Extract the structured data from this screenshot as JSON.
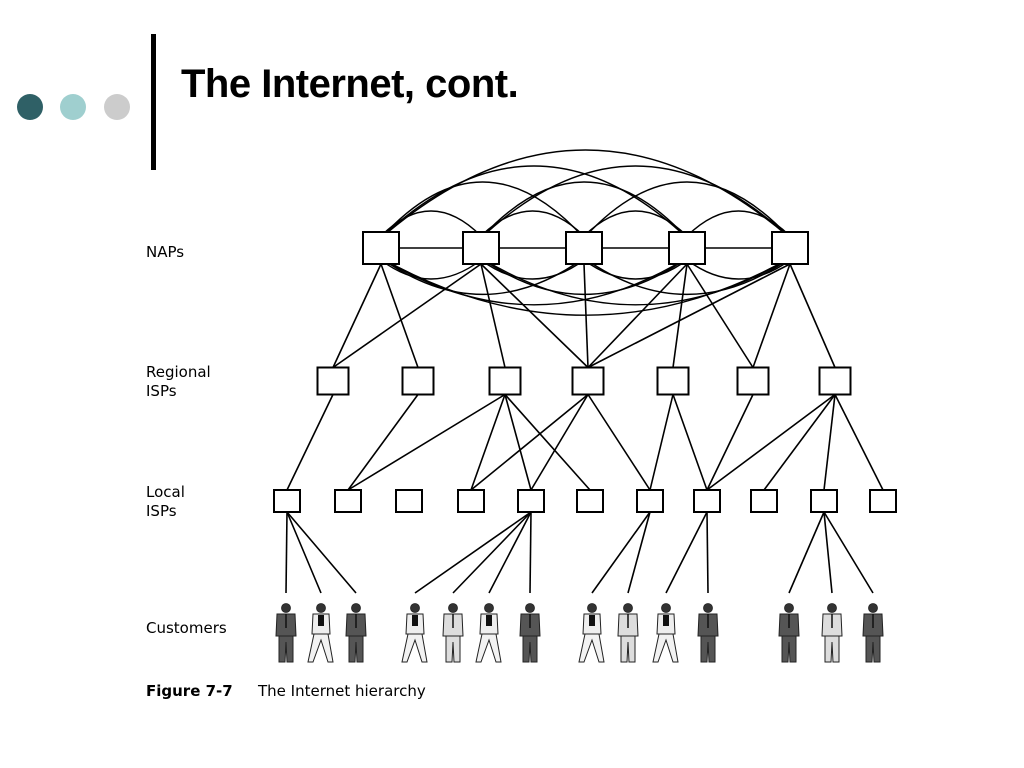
{
  "slide": {
    "title": "The Internet, cont.",
    "bullet_colors": [
      "#2f6066",
      "#9fcfcf",
      "#cccccc"
    ]
  },
  "diagram": {
    "levels": {
      "naps": "NAPs",
      "regional": [
        "Regional",
        "ISPs"
      ],
      "local": [
        "Local",
        "ISPs"
      ],
      "customers": "Customers"
    },
    "nap_count": 5,
    "regional_count": 7,
    "local_count": 11,
    "customer_count": 14,
    "nap_mesh": [
      [
        0,
        1
      ],
      [
        0,
        2
      ],
      [
        0,
        3
      ],
      [
        0,
        4
      ],
      [
        1,
        2
      ],
      [
        1,
        3
      ],
      [
        1,
        4
      ],
      [
        2,
        3
      ],
      [
        2,
        4
      ],
      [
        3,
        4
      ]
    ],
    "nap_to_regional": [
      [
        0,
        0
      ],
      [
        0,
        1
      ],
      [
        1,
        0
      ],
      [
        1,
        2
      ],
      [
        1,
        3
      ],
      [
        2,
        3
      ],
      [
        3,
        3
      ],
      [
        3,
        4
      ],
      [
        3,
        5
      ],
      [
        4,
        3
      ],
      [
        4,
        5
      ],
      [
        4,
        6
      ]
    ],
    "regional_to_local": [
      [
        0,
        0
      ],
      [
        1,
        1
      ],
      [
        2,
        1
      ],
      [
        2,
        3
      ],
      [
        2,
        4
      ],
      [
        2,
        5
      ],
      [
        3,
        3
      ],
      [
        3,
        4
      ],
      [
        3,
        6
      ],
      [
        4,
        6
      ],
      [
        4,
        7
      ],
      [
        5,
        7
      ],
      [
        6,
        7
      ],
      [
        6,
        8
      ],
      [
        6,
        9
      ],
      [
        6,
        10
      ]
    ],
    "local_to_customer": [
      [
        0,
        0
      ],
      [
        0,
        1
      ],
      [
        0,
        2
      ],
      [
        4,
        3
      ],
      [
        4,
        4
      ],
      [
        4,
        5
      ],
      [
        4,
        6
      ],
      [
        6,
        7
      ],
      [
        6,
        8
      ],
      [
        7,
        9
      ],
      [
        7,
        10
      ],
      [
        9,
        11
      ],
      [
        9,
        12
      ],
      [
        9,
        13
      ]
    ],
    "customer_kinds": [
      "man",
      "woman",
      "man",
      "woman",
      "man-light",
      "woman",
      "man",
      "woman",
      "man-light",
      "woman",
      "man",
      "man",
      "man-light",
      "man"
    ]
  },
  "caption": {
    "number": "Figure 7-7",
    "text": "The Internet hierarchy"
  }
}
